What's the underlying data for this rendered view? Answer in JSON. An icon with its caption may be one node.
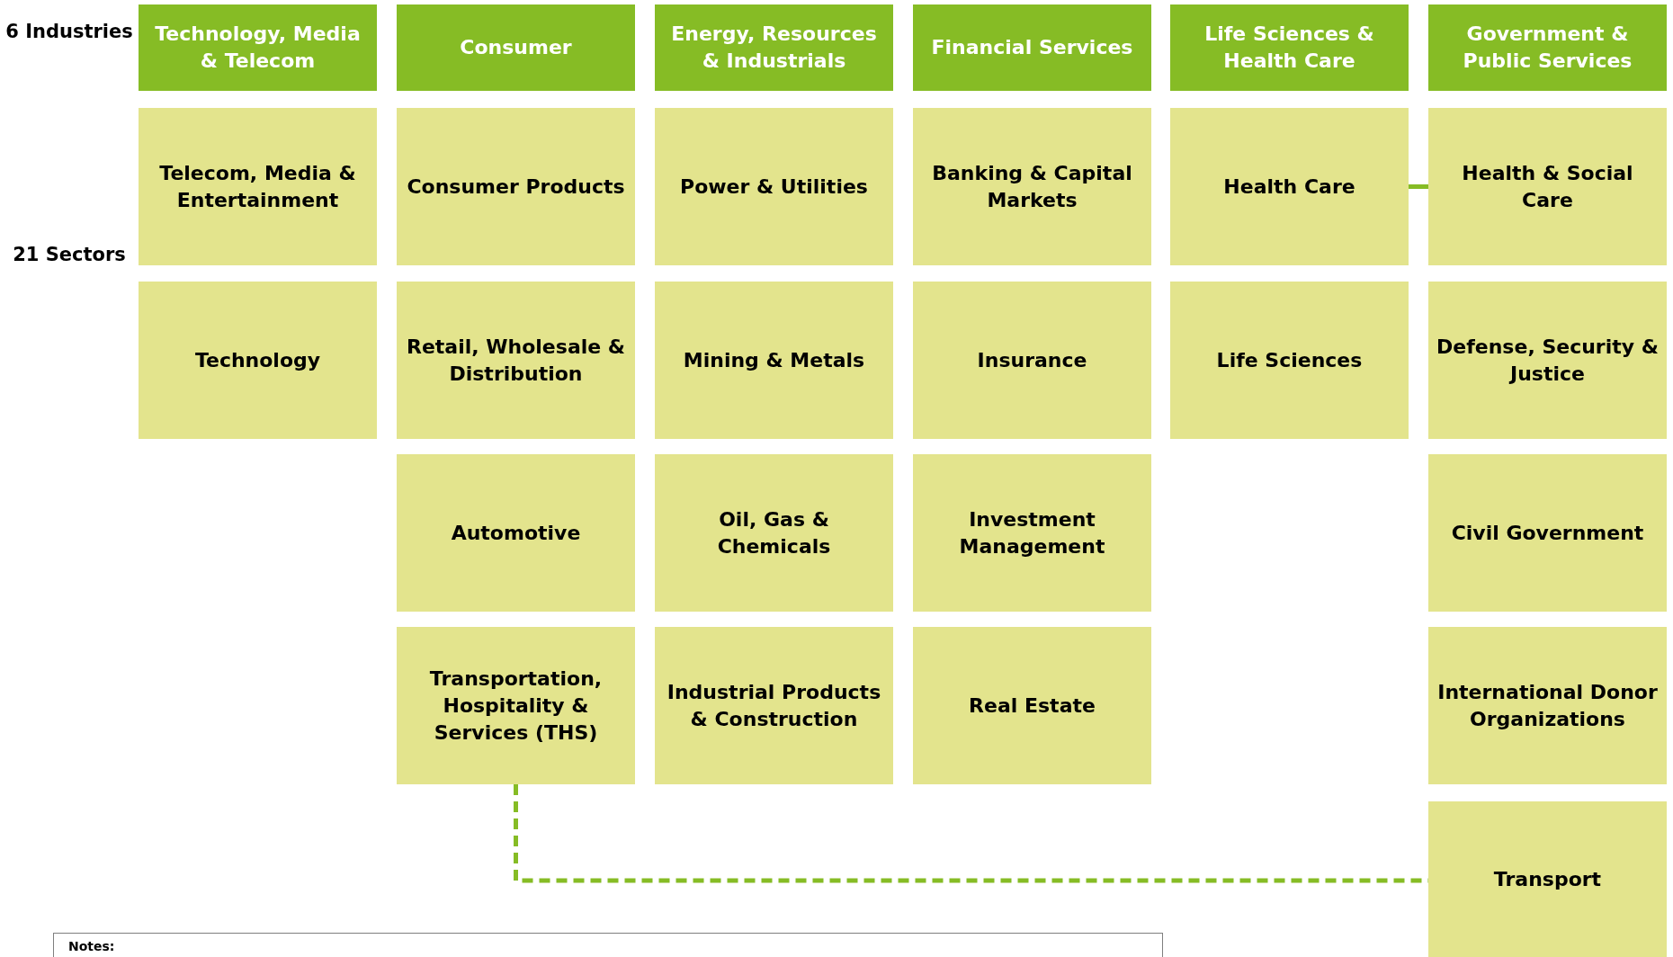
{
  "diagram": {
    "nodes": [
      {
        "text": [
          "Technology, Media & Telecom"
        ]
      },
      {
        "text": [
          "Consumer"
        ]
      },
      {
        "text": [
          "Energy, Resources & Industrials"
        ]
      },
      {
        "text": [
          "Financial Services"
        ]
      },
      {
        "text": [
          "Life Sciences & Health Care"
        ]
      },
      {
        "text": [
          "Government & Public Services"
        ]
      },
      {
        "text": [
          "Telecom, Media & Entertainment"
        ]
      },
      {
        "text": [
          "Consumer Products"
        ]
      },
      {
        "text": [
          "Power & Utilities"
        ]
      },
      {
        "text": [
          "Banking & Capital Markets"
        ]
      },
      {
        "text": [
          "Health Care"
        ]
      },
      {
        "text": [
          "Health & Social Care"
        ]
      },
      {
        "text": [
          "Technology"
        ]
      },
      {
        "text": [
          "Retail, Wholesale & Distribution"
        ]
      },
      {
        "text": [
          "Mining & Metals"
        ]
      },
      {
        "text": [
          "Insurance"
        ]
      },
      {
        "text": [
          "Life Sciences"
        ]
      },
      {
        "text": [
          "Defense, Security & Justice"
        ]
      },
      {
        "text": [
          "Automotive"
        ]
      },
      {
        "text": [
          "Oil, Gas & Chemicals"
        ]
      },
      {
        "text": [
          "Investment Management"
        ]
      },
      {
        "text": [
          "Civil Government"
        ]
      },
      {
        "text": [
          "Transportation, Hospitality & Services (THS)"
        ]
      },
      {
        "text": [
          "Industrial Products & Construction"
        ]
      },
      {
        "text": [
          "Real Estate"
        ]
      },
      {
        "text": [
          "International Donor Organizations"
        ]
      },
      {
        "text": [
          "Transport"
        ]
      },
      {
        "text": [
          "Notes:"
        ]
      }
    ],
    "edges": [
      {
        "from": 10,
        "to": 11,
        "arrow": "none"
      },
      {
        "from": 22,
        "to": 26,
        "arrow": "none",
        "style": "dashed"
      }
    ],
    "labels": [
      "6 Industries",
      "21 Sectors"
    ]
  }
}
